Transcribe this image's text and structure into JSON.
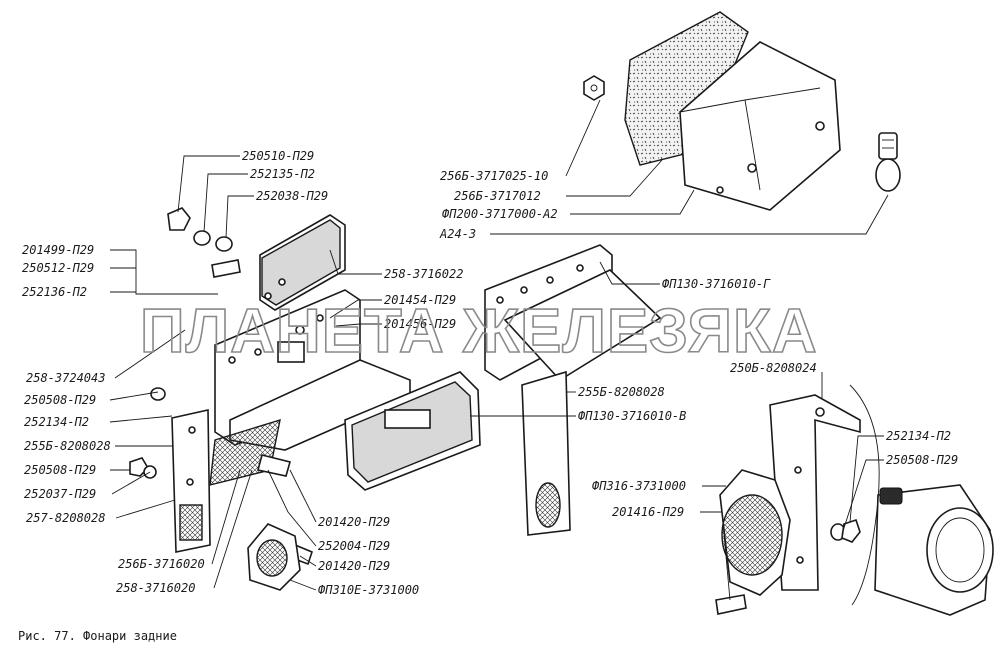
{
  "watermark": "ПЛАНЕТА ЖЕЛЕЗЯКА",
  "caption": "Рис. 77. Фонари задние",
  "labels": [
    "250510-П29",
    "252135-П2",
    "252038-П29",
    "201499-П29",
    "250512-П29",
    "252136-П2",
    "258-3716022",
    "201454-П29",
    "201456-П29",
    "258-3724043",
    "250508-П29",
    "252134-П2",
    "255Б-8208028",
    "250508-П29",
    "252037-П29",
    "257-8208028",
    "256Б-3716020",
    "258-3716020",
    "201420-П29",
    "252004-П29",
    "201420-П29",
    "ФП310Е-3731000",
    "256Б-3717025-10",
    "256Б-3717012",
    "ФП200-3717000-А2",
    "А24-3",
    "ФП130-3716010-Г",
    "255Б-8208028",
    "ФП130-3716010-В",
    "250Б-8208024",
    "252134-П2",
    "250508-П29",
    "ФП316-3731000",
    "201416-П29"
  ]
}
